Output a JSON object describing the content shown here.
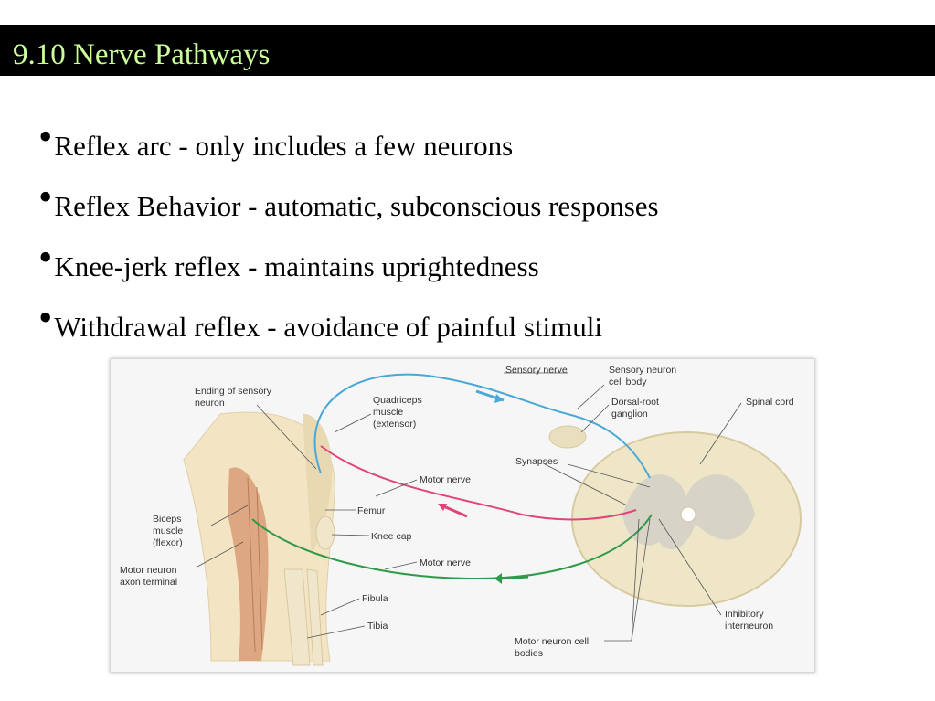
{
  "slide": {
    "title": "9.10 Nerve Pathways",
    "bullets": [
      "Reflex arc - only includes a few neurons",
      "Reflex Behavior - automatic, subconscious responses",
      "Knee-jerk reflex - maintains uprightedness",
      "Withdrawal reflex - avoidance of painful stimuli"
    ]
  },
  "figure": {
    "labels": {
      "sensory_nerve": "Sensory nerve",
      "sensory_neuron_cell_body_1": "Sensory neuron",
      "sensory_neuron_cell_body_2": "cell body",
      "dorsal_root_1": "Dorsal-root",
      "dorsal_root_2": "ganglion",
      "spinal_cord": "Spinal cord",
      "ending_sensory_1": "Ending of sensory",
      "ending_sensory_2": "neuron",
      "quadriceps_1": "Quadriceps",
      "quadriceps_2": "muscle",
      "quadriceps_3": "(extensor)",
      "synapses": "Synapses",
      "motor_nerve_top": "Motor nerve",
      "femur": "Femur",
      "knee_cap": "Knee cap",
      "biceps_1": "Biceps",
      "biceps_2": "muscle",
      "biceps_3": "(flexor)",
      "motor_neuron_axon_1": "Motor neuron",
      "motor_neuron_axon_2": "axon terminal",
      "motor_nerve_bottom": "Motor nerve",
      "fibula": "Fibula",
      "tibia": "Tibia",
      "inhibitory_1": "Inhibitory",
      "inhibitory_2": "interneuron",
      "motor_cell_bodies_1": "Motor neuron cell",
      "motor_cell_bodies_2": "bodies"
    },
    "colors": {
      "sensory": "#4aa8d8",
      "motor_extensor": "#e0457b",
      "motor_flexor": "#2e9a4a",
      "muscle": "#d9a07a",
      "spinal_cord": "#efe6c8"
    }
  }
}
